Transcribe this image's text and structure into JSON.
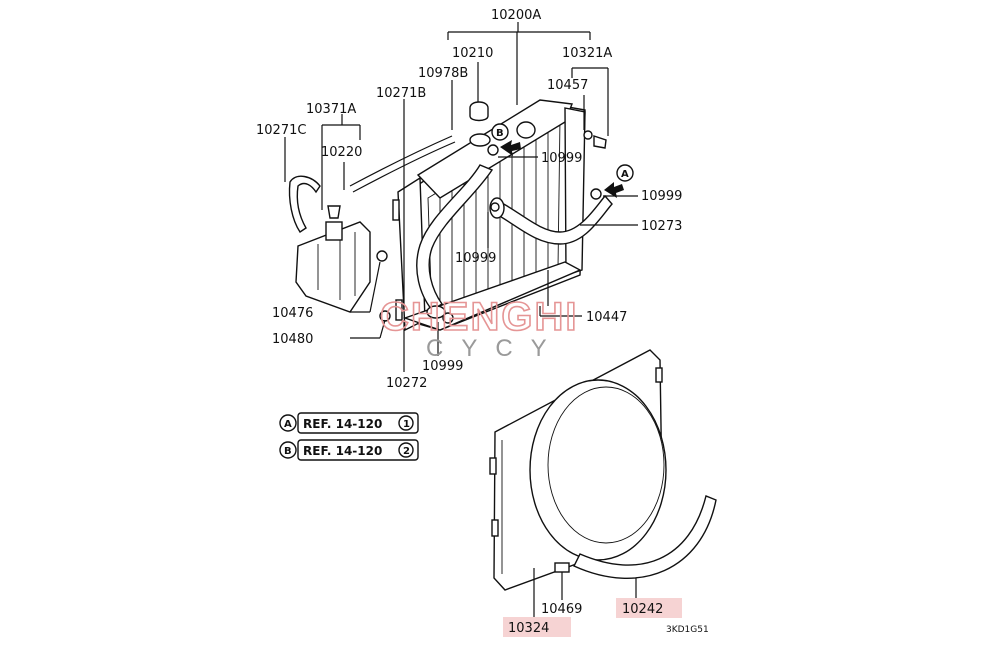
{
  "diagram": {
    "labels": {
      "p10200A": "10200A",
      "p10210": "10210",
      "p10321A": "10321A",
      "p10978B": "10978B",
      "p10457": "10457",
      "p10271B": "10271B",
      "p10371A": "10371A",
      "p10271C": "10271C",
      "p10220": "10220",
      "p10999a": "10999",
      "p10999b": "10999",
      "p10999c": "10999",
      "p10999d": "10999",
      "p10273": "10273",
      "p10476": "10476",
      "p10480": "10480",
      "p10447": "10447",
      "p10272": "10272",
      "p10469": "10469",
      "p10242": "10242",
      "p10324": "10324"
    },
    "markers": {
      "a": "A",
      "b": "B"
    },
    "refs": [
      {
        "letter": "A",
        "text": "REF. 14-120",
        "num": "1"
      },
      {
        "letter": "B",
        "text": "REF. 14-120",
        "num": "2"
      }
    ],
    "code": "3KD1G51",
    "highlight_color": "#f6d3d3"
  },
  "watermark": {
    "main": "CHENGHI",
    "sub": "CYCY",
    "color": "#e59595"
  }
}
